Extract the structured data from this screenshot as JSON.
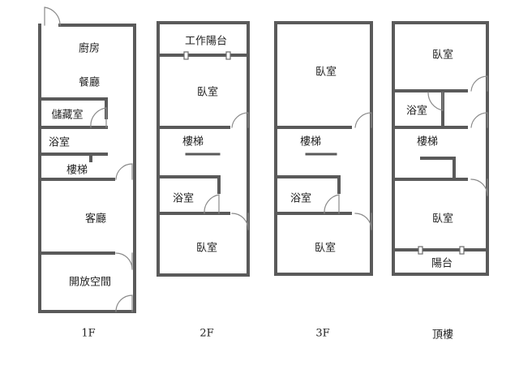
{
  "colors": {
    "wall": "#5a5a5a",
    "door": "#8a8a8a",
    "text": "#222222"
  },
  "floors": [
    {
      "name": "1F",
      "rooms": [
        "廚房",
        "餐廳",
        "儲藏室",
        "浴室",
        "樓梯",
        "客廳",
        "開放空間"
      ]
    },
    {
      "name": "2F",
      "rooms": [
        "工作陽台",
        "臥室",
        "樓梯",
        "浴室",
        "臥室"
      ]
    },
    {
      "name": "3F",
      "rooms": [
        "臥室",
        "樓梯",
        "浴室",
        "臥室"
      ]
    },
    {
      "name": "頂樓",
      "rooms": [
        "臥室",
        "浴室",
        "樓梯",
        "臥室",
        "陽台"
      ]
    }
  ]
}
